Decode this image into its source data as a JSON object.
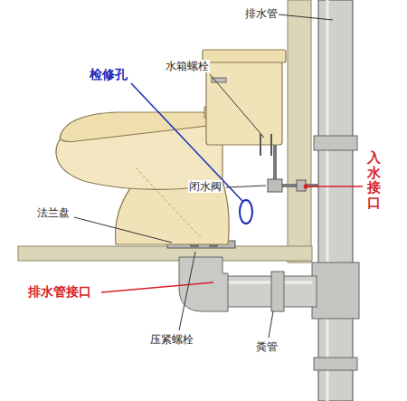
{
  "diagram": {
    "labels": [
      "排水管",
      "检修孔",
      "水箱螺栓",
      "闭水阀",
      "法兰盘",
      "入水接口",
      "排水管接口",
      "压紧螺栓",
      "粪管"
    ]
  }
}
